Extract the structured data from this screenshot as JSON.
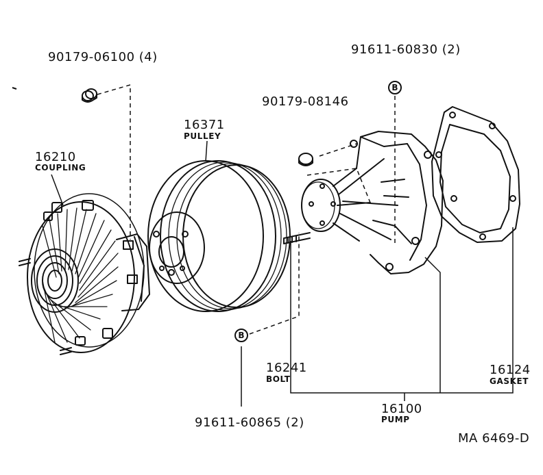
{
  "parts": {
    "bolt_set_top": "90179-06100 (4)",
    "coupling_num": "16210",
    "coupling_name": "COUPLING",
    "pulley_num": "16371",
    "pulley_name": "PULLEY",
    "nut": "90179-08146",
    "bolt_b_top": "91611-60830 (2)",
    "bolt_num": "16241",
    "bolt_name": "BOLT",
    "bolt_b_bottom": "91611-60865 (2)",
    "pump_num": "16100",
    "pump_name": "PUMP",
    "gasket_num": "16124",
    "gasket_name": "GASKET"
  },
  "ref_marker": "B",
  "drawing_code": "MA  6469-D"
}
